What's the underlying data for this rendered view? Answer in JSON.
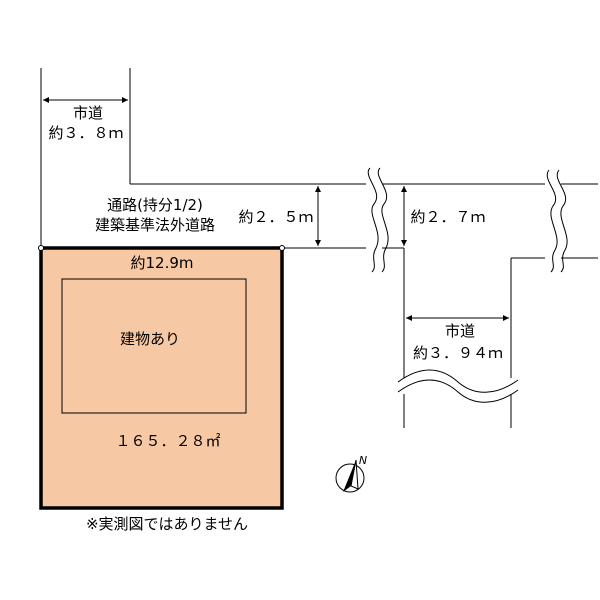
{
  "road_west": {
    "name": "市道",
    "width": "約３．８ｍ"
  },
  "passage": {
    "line1": "通路(持分1/2)",
    "line2": "建築基準法外道路"
  },
  "passage_width_left": "約２．５ｍ",
  "passage_width_right": "約２．７ｍ",
  "lot_frontage": "約12.9m",
  "building_label": "建物あり",
  "lot_area": "１６５．２８㎡",
  "road_south": {
    "name": "市道",
    "width": "約３．９４ｍ"
  },
  "compass_label": "N",
  "disclaimer": "※実測図ではありません",
  "colors": {
    "lot_fill": "#f7c8a4",
    "line": "#000000"
  }
}
